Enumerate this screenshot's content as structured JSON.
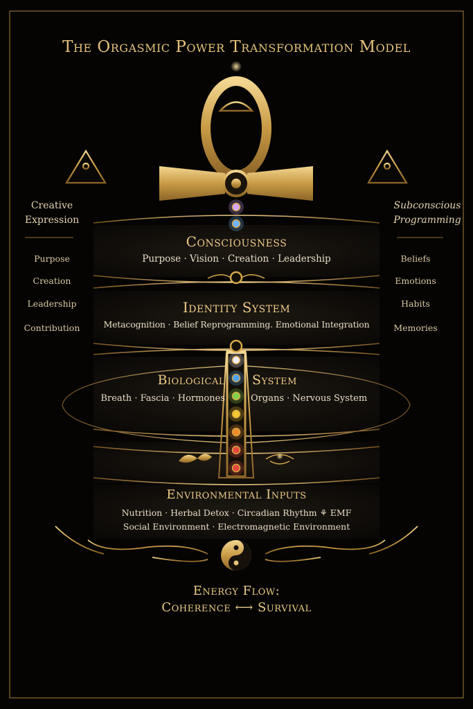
{
  "title": "The Orgasmic Power Transformation Model",
  "left_column": {
    "heading": [
      "Creative",
      "Expression"
    ],
    "items": [
      "Purpose",
      "Creation",
      "Leadership",
      "Contribution"
    ]
  },
  "right_column": {
    "heading": [
      "Subconscious",
      "Programming"
    ],
    "items": [
      "Beliefs",
      "Emotions",
      "Habits",
      "Memories"
    ]
  },
  "layers": {
    "consciousness": {
      "title": "Consciousness",
      "subtitle": "Purpose · Vision · Creation · Leadership"
    },
    "identity": {
      "title": "Identity System",
      "subtitle": "Metacognition · Belief Reprogramming. Emotional Integration"
    },
    "biological": {
      "title_left": "Biological",
      "title_right": "System",
      "subtitle_left": "Breath · Fascia · Hormones",
      "subtitle_right": "Organs · Nervous System"
    },
    "environmental": {
      "title": "Environmental Inputs",
      "line1": "Nutrition · Herbal Detox · Circadian Rhythm ⚘ EMF",
      "line2": "Social Environment · Electromagnetic Environment"
    }
  },
  "footer": {
    "line1": "Energy  Flow:",
    "line2": "Coherence ⟷ Survival"
  },
  "chakra_colors": [
    "#f4eefc",
    "#4fa3f0",
    "#7fd24a",
    "#f2c92c",
    "#f08a2a",
    "#e24a3a",
    "#e24a3a"
  ],
  "accent": "#d4a84a",
  "background": "#050403"
}
